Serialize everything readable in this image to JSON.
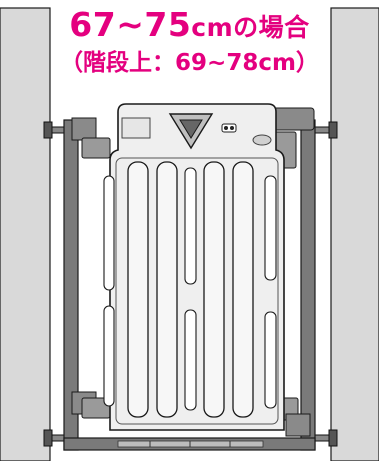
{
  "heading": {
    "range": "67~75",
    "unit": "cm",
    "suffix": "の場合",
    "sub": "（階段上：69~78cm）"
  },
  "colors": {
    "accent": "#e4007f",
    "wall": "#d9d9d9",
    "frame": "#7a7a7a",
    "panel": "#efefef",
    "outline": "#1a1a1a"
  },
  "icons": [
    "triangle-release-icon",
    "lock-indicator-icon"
  ]
}
